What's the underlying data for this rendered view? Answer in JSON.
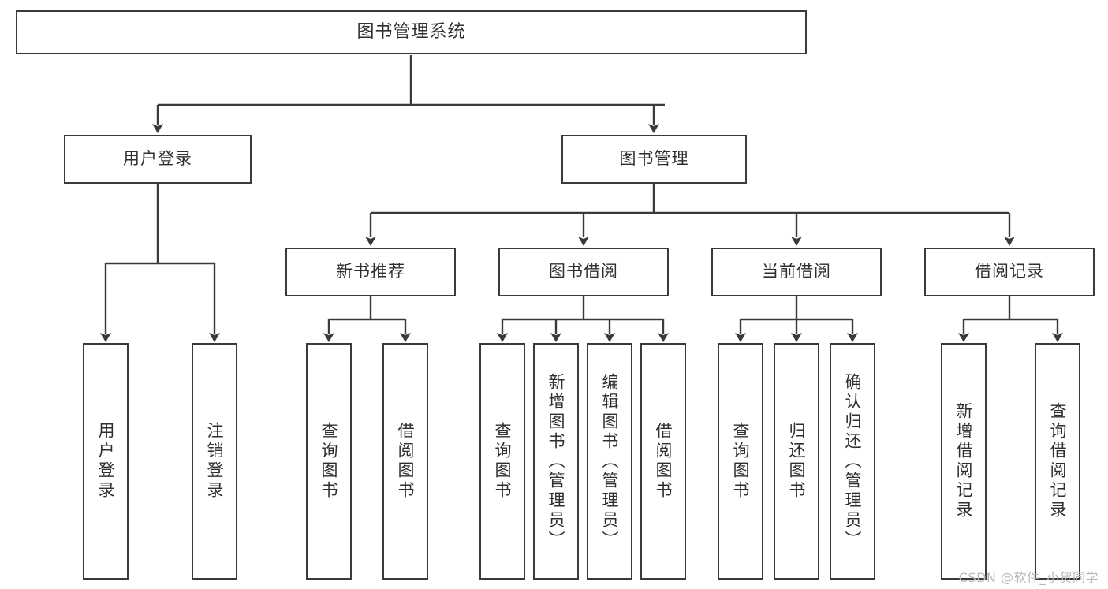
{
  "diagram": {
    "type": "tree",
    "title": "图书管理系统",
    "watermark": "CSDN @软件_小贺同学",
    "colors": {
      "box_border": "#3a3a3a",
      "box_fill": "#ffffff",
      "connector": "#3a3a3a",
      "text": "#2f2f2f",
      "background": "#ffffff",
      "watermark": "#b9b9b9"
    },
    "levels": {
      "root": {
        "label": "图书管理系统"
      },
      "level2": [
        {
          "label": "用户登录"
        },
        {
          "label": "图书管理"
        }
      ],
      "level3": [
        {
          "label": "新书推荐"
        },
        {
          "label": "图书借阅"
        },
        {
          "label": "当前借阅"
        },
        {
          "label": "借阅记录"
        }
      ],
      "leaves": [
        {
          "label": "用户登录",
          "parent": "用户登录"
        },
        {
          "label": "注销登录",
          "parent": "用户登录"
        },
        {
          "label": "查询图书",
          "parent": "新书推荐"
        },
        {
          "label": "借阅图书",
          "parent": "新书推荐"
        },
        {
          "label": "查询图书",
          "parent": "图书借阅"
        },
        {
          "label": "新增图书（管理员）",
          "parent": "图书借阅"
        },
        {
          "label": "编辑图书（管理员）",
          "parent": "图书借阅"
        },
        {
          "label": "借阅图书",
          "parent": "图书借阅"
        },
        {
          "label": "查询图书",
          "parent": "当前借阅"
        },
        {
          "label": "归还图书",
          "parent": "当前借阅"
        },
        {
          "label": "确认归还（管理员）",
          "parent": "当前借阅"
        },
        {
          "label": "新增借阅记录",
          "parent": "借阅记录"
        },
        {
          "label": "查询借阅记录",
          "parent": "借阅记录"
        }
      ]
    }
  }
}
